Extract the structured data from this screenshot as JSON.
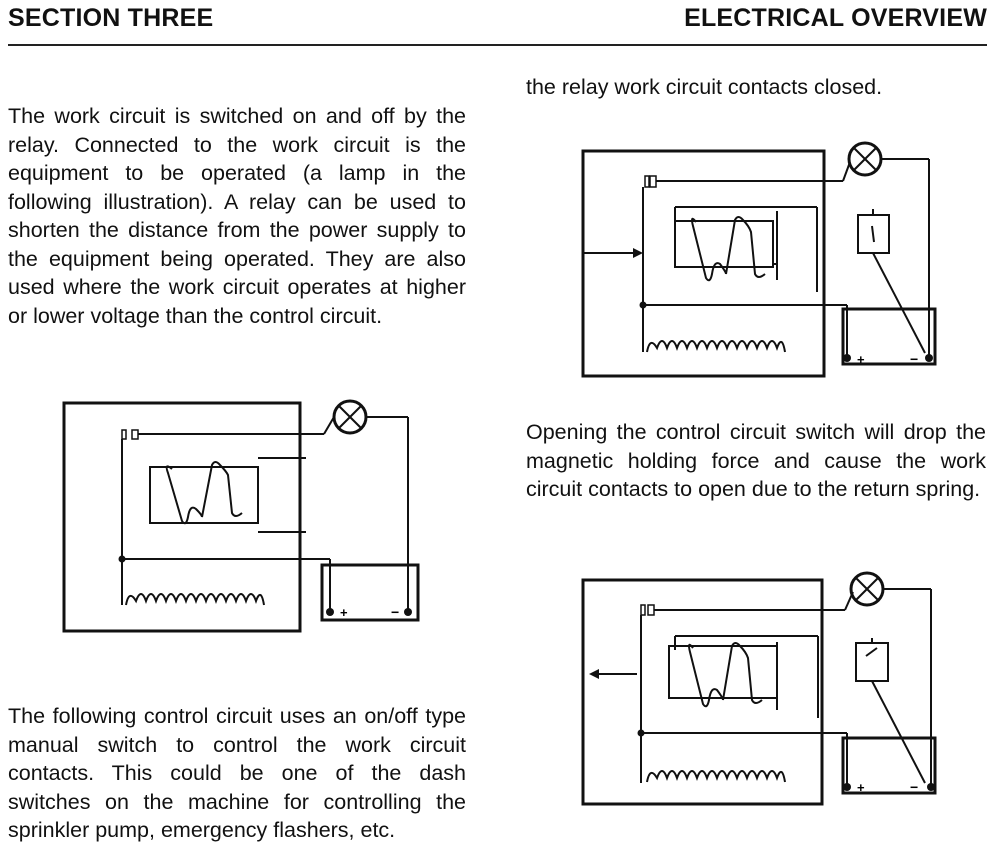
{
  "header": {
    "left": "SECTION THREE",
    "right": "ELECTRICAL OVERVIEW"
  },
  "paragraphs": {
    "p1": "The work circuit is switched on and off by the relay. Connected to the work circuit is the equipment to be operated (a lamp in the following illustration). A relay can be used to shorten the distance from the power supply to the equipment being operated. They are also used where the work circuit operates at higher or lower voltage than the control circuit.",
    "p2": "the relay work circuit contacts closed.",
    "p3": "The following control circuit uses an on/off type manual switch to control the work circuit contacts. This could be one of the dash switches on the machine for controlling the sprinkler pump, emergency flashers, etc.",
    "p4": "Opening the control circuit switch will drop the magnetic holding force and cause the work circuit contacts to open due to the return spring."
  },
  "figures": {
    "battery_plus": "+",
    "battery_minus": "−"
  }
}
